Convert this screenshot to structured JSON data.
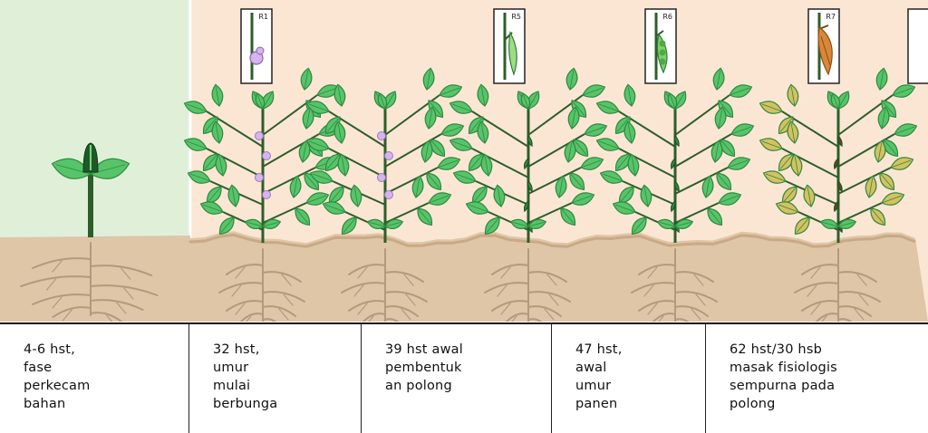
{
  "stages": [
    {
      "badge": "",
      "caption": "4-6 hst,\nfase\nperkecam\nbahan"
    },
    {
      "badge": "R1",
      "caption": "32 hst,\numur\nmulai\nberbunga"
    },
    {
      "badge": "R5",
      "caption": "39 hst awal\npembentuk\nan polong"
    },
    {
      "badge": "R6",
      "caption": "47 hst,\nawal\numur\npanen"
    },
    {
      "badge": "R7",
      "caption": "62 hst/30 hsb\nmasak fisiologis\nsempurna pada\npolong"
    }
  ],
  "colors": {
    "seedling_bg": "#e0f0d8",
    "stage_bg": "#fbe6d4",
    "soil": "#dec6a6",
    "soil_dark": "#c9a986",
    "leaf": "#57c46a",
    "leaf_dark": "#2f8a40",
    "leaf_yellow": "#d6c060",
    "stem": "#2d5e2a",
    "flower": "#d6b4ec",
    "pod_green": "#9fdc84",
    "pod_brown": "#d8873a",
    "root": "#b39a7e"
  }
}
